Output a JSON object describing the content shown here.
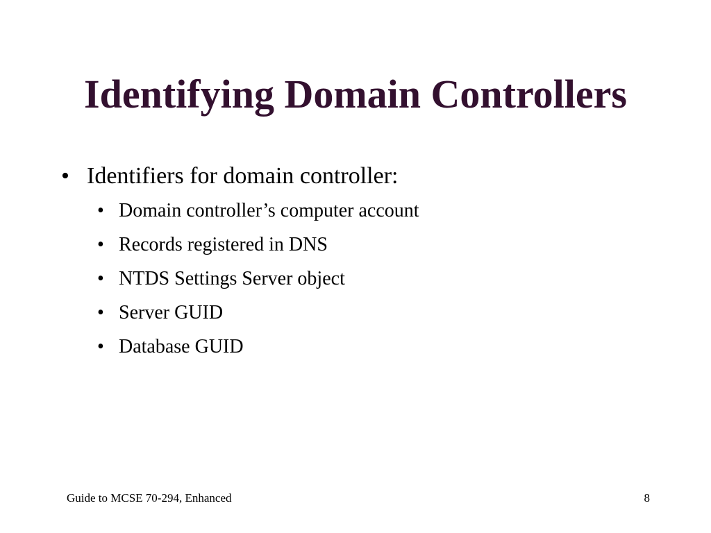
{
  "slide": {
    "title": "Identifying Domain Controllers",
    "bullet": "Identifiers for domain controller:",
    "bullet_glyph": "•",
    "sub_bullets": [
      "Domain controller’s computer account",
      "Records registered in DNS",
      "NTDS Settings Server object",
      "Server GUID",
      "Database GUID"
    ],
    "title_color": "#33102f"
  },
  "footer": {
    "left": "Guide to MCSE 70-294, Enhanced",
    "page_number": "8"
  }
}
